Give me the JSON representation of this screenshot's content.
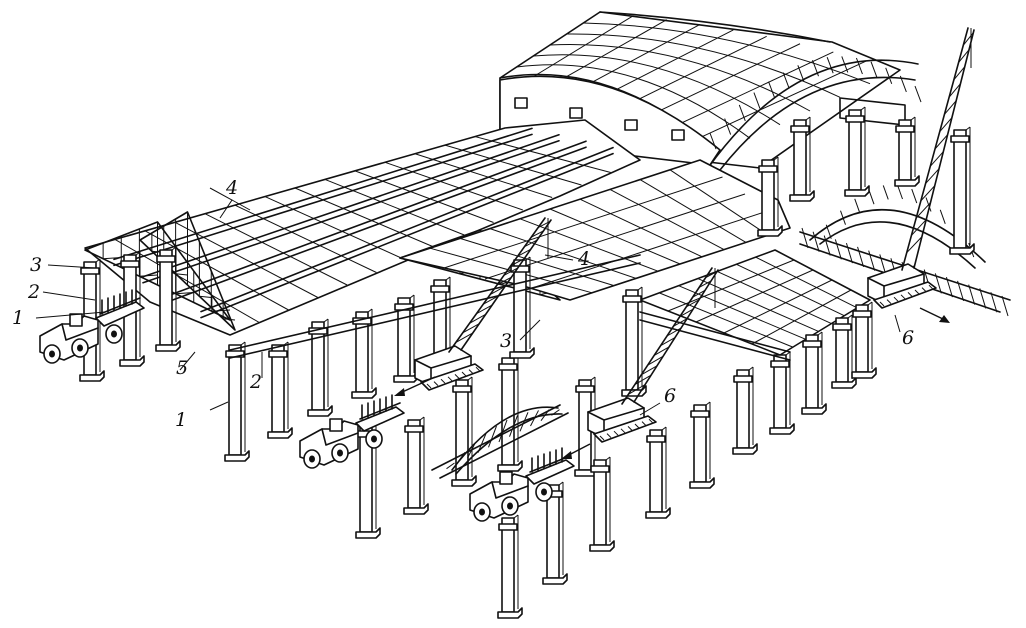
{
  "labels": {
    "l1a": "1",
    "l1b": "1",
    "l2a": "2",
    "l2b": "2",
    "l3a": "3",
    "l3b": "3",
    "l4a": "4",
    "l4b": "4",
    "l5": "5",
    "l6a": "6",
    "l6b": "6"
  },
  "colors": {
    "ink": "#111111",
    "paper": "#ffffff"
  },
  "icons": [
    "truck-icon",
    "crane-icon",
    "column-icon",
    "truss-icon"
  ]
}
